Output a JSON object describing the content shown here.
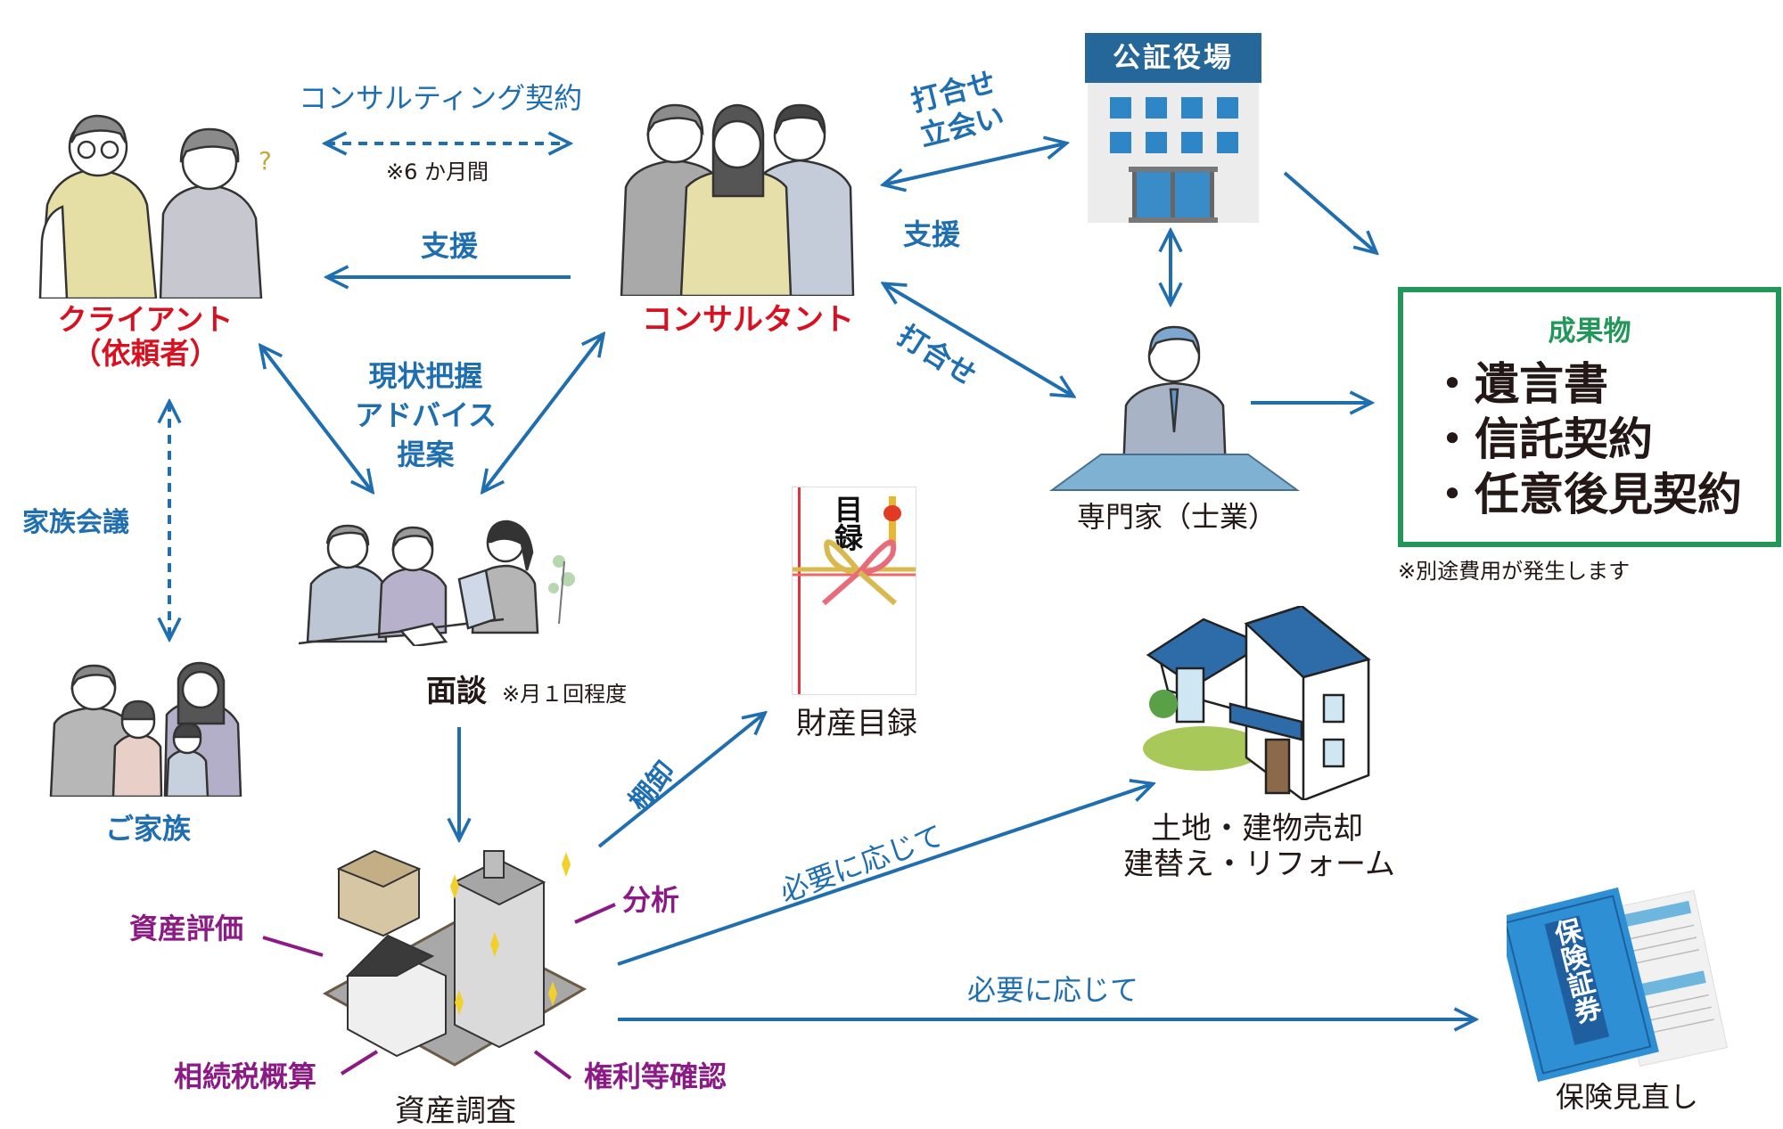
{
  "colors": {
    "arrow": "#1f6eb0",
    "role_label": "#d8101f",
    "analysis_label": "#8c1a86",
    "result_frame": "#23965a",
    "text": "#231815"
  },
  "nodes": {
    "client": {
      "label_line1": "クライアント",
      "label_line2": "（依頼者）",
      "icon": "elderly-couple-icon"
    },
    "consultant": {
      "label": "コンサルタント",
      "icon": "consultant-team-icon"
    },
    "notary_office": {
      "sign": "公証役場",
      "icon": "office-building-icon"
    },
    "specialist": {
      "label": "専門家（士業）",
      "icon": "specialist-at-desk-icon"
    },
    "family": {
      "label": "ご家族",
      "icon": "family-icon"
    },
    "meeting": {
      "label": "面談",
      "note": "※月１回程度",
      "icon": "meeting-icon"
    },
    "asset_survey": {
      "label": "資産調査",
      "icon": "real-estate-assets-icon"
    },
    "asset_inventory": {
      "label": "財産目録",
      "envelope_text": "目録",
      "icon": "gift-envelope-icon"
    },
    "property": {
      "label_line1": "土地・建物売却",
      "label_line2": "建替え・リフォーム",
      "icon": "house-icon"
    },
    "insurance": {
      "label": "保険見直し",
      "card_text": "保険証券",
      "icon": "insurance-policy-icon"
    }
  },
  "edges": {
    "consulting_contract": {
      "label": "コンサルティング契約",
      "note": "※6 か月間"
    },
    "support_client": {
      "label": "支援"
    },
    "status_advice": {
      "line1": "現状把握",
      "line2": "アドバイス",
      "line3": "提案"
    },
    "family_meeting": {
      "label": "家族会議"
    },
    "notary_meeting": {
      "line1": "打合せ",
      "line2": "立会い"
    },
    "support_specialist": {
      "label": "支援"
    },
    "specialist_meeting": {
      "label": "打合せ"
    },
    "inventory": {
      "label": "棚卸"
    },
    "as_needed_property": {
      "label": "必要に応じて"
    },
    "as_needed_insurance": {
      "label": "必要に応じて"
    }
  },
  "asset_tasks": {
    "valuation": "資産評価",
    "analysis": "分析",
    "tax_estimate": "相続税概算",
    "rights_check": "権利等確認"
  },
  "results": {
    "title": "成果物",
    "items": [
      "・遺言書",
      "・信託契約",
      "・任意後見契約"
    ],
    "footnote": "※別途費用が発生します"
  }
}
